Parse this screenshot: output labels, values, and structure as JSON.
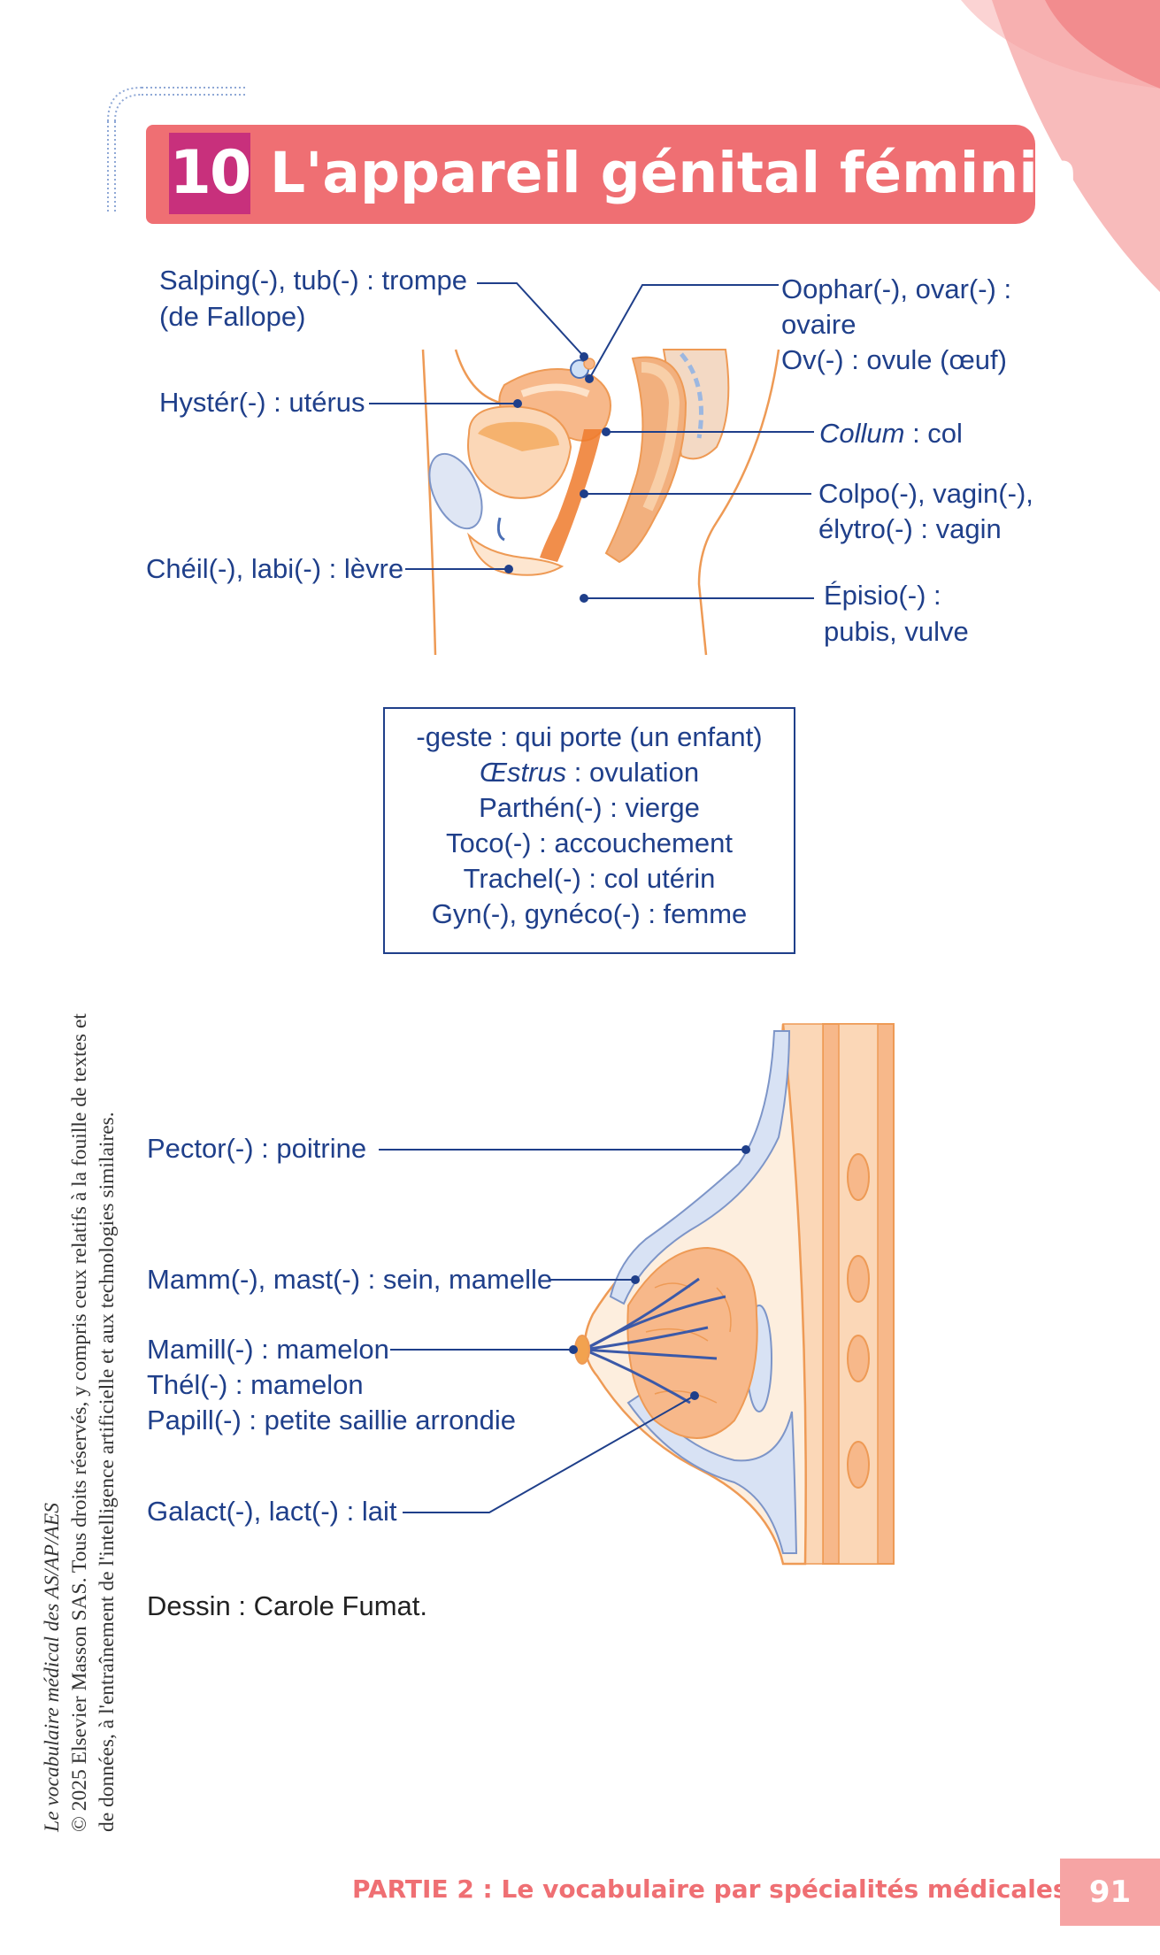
{
  "header": {
    "chapter_number": "10",
    "title": "L'appareil génital féminin"
  },
  "uterus_figure": {
    "labels": {
      "salping_line1": "Salping(-), tub(-) : trompe",
      "salping_line2": "(de Fallope)",
      "hyster": "Hystér(-) : utérus",
      "cheil": "Chéil(-), labi(-) : lèvre",
      "oophar_line1": "Oophar(-), ovar(-) :",
      "oophar_line2": "ovaire",
      "oophar_line3": "Ov(-) : ovule (œuf)",
      "collum_term": "Collum",
      "collum_def": " : col",
      "colpo_line1": "Colpo(-), vagin(-),",
      "colpo_line2": "élytro(-) : vagin",
      "episio_line1": "Épisio(-) :",
      "episio_line2": "pubis, vulve"
    }
  },
  "vocab_box": {
    "geste": "-geste : qui porte (un enfant)",
    "oestrus_term": "Œstrus",
    "oestrus_def": " : ovulation",
    "parthen": "Parthén(-) : vierge",
    "toco": "Toco(-) : accouchement",
    "trachel": "Trachel(-) : col utérin",
    "gyn": "Gyn(-), gynéco(-) : femme"
  },
  "breast_figure": {
    "labels": {
      "pector": "Pector(-) : poitrine",
      "mamm": "Mamm(-), mast(-) : sein, mamelle",
      "mamill": "Mamill(-) : mamelon",
      "thel": "Thél(-) : mamelon",
      "papill": "Papill(-) : petite saillie arrondie",
      "galact": "Galact(-), lact(-) : lait"
    },
    "credit": "Dessin : Carole Fumat."
  },
  "side_note": {
    "line1": "Le vocabulaire médical des AS/AP/AES",
    "line2": "© 2025 Elsevier Masson SAS. Tous droits réservés, y compris ceux relatifs à la fouille de textes et",
    "line3": "de données, à l'entraînement de l'intelligence artificielle et aux technologies similaires."
  },
  "footer": {
    "section": "PARTIE 2 : Le vocabulaire par spécialités médicales",
    "page_number": "91"
  },
  "colors": {
    "accent": "#ef6f73",
    "number_box": "#c8307c",
    "label_blue": "#1f3f8a",
    "page_tab": "#f6a4a4"
  }
}
